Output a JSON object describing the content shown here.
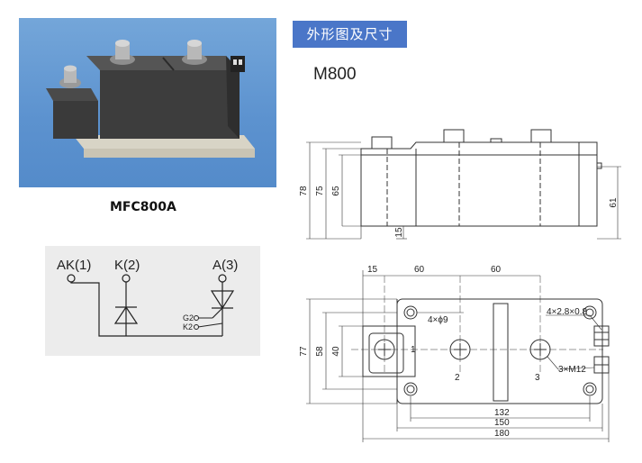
{
  "product": {
    "caption": "MFC800A"
  },
  "section": {
    "title": "外形图及尺寸",
    "model": "M800"
  },
  "schematic": {
    "pin_ak": "AK(1)",
    "pin_k": "K(2)",
    "pin_a": "A(3)",
    "gate_g2": "G2",
    "gate_k2": "K2"
  },
  "side_view": {
    "dims": {
      "d78": "78",
      "d75": "75",
      "d65": "65",
      "d15": "15",
      "d61": "61"
    }
  },
  "top_view": {
    "dims": {
      "d15": "15",
      "d60a": "60",
      "d60b": "60",
      "d77": "77",
      "d58": "58",
      "d40": "40",
      "d132": "132",
      "d150": "150",
      "d180": "180"
    },
    "notes": {
      "holes": "4×ϕ9",
      "tabs": "4×2.8×0.8",
      "screws": "3×M12"
    },
    "terminals": {
      "t1": "1",
      "t2": "2",
      "t3": "3"
    }
  },
  "colors": {
    "tag_bg": "#4a76c8",
    "photo_bg": "#5c92cf"
  }
}
